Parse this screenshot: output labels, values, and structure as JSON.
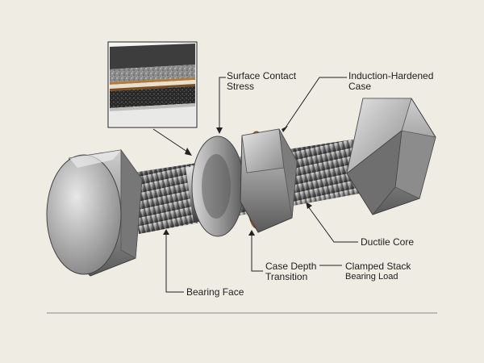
{
  "background": "#efece4",
  "labels": {
    "surface_contact_stress": [
      "Surface Contact",
      "Stress"
    ],
    "induction_hardened_case": [
      "Induction-Hardened",
      "Case"
    ],
    "ductile_core": "Ductile Core",
    "case_depth_transition": [
      "Case Depth",
      "Transition"
    ],
    "clamped_stack_bearing_load": [
      "Clamped Stack",
      "Bearing Load"
    ],
    "bearing_face": "Bearing Face"
  },
  "colors": {
    "steel_light": "#d6d6d6",
    "steel_mid": "#9a9a9a",
    "steel_dark": "#4a4a4a",
    "bronze_washer": "#b07a3a",
    "leader_line": "#222222"
  }
}
